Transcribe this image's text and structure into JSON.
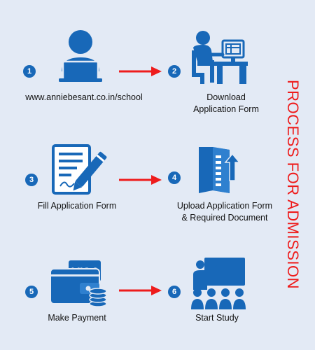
{
  "title": "PROCESS FOR ADMISSION",
  "colors": {
    "icon_blue": "#1868b8",
    "arrow_red": "#ee1c1c",
    "background": "#e3eaf5"
  },
  "steps": [
    {
      "number": "1",
      "icon": "user-laptop-icon",
      "label_lines": [
        "www.anniebesant.co.in/school"
      ]
    },
    {
      "number": "2",
      "icon": "person-desk-computer-icon",
      "label_lines": [
        "Download",
        "Application Form"
      ]
    },
    {
      "number": "3",
      "icon": "form-pen-icon",
      "label_lines": [
        "Fill Application Form"
      ]
    },
    {
      "number": "4",
      "icon": "document-upload-icon",
      "label_lines": [
        "Upload Application Form",
        "& Required Document"
      ]
    },
    {
      "number": "5",
      "icon": "wallet-visa-coins-icon",
      "card_text": "VISA",
      "label_lines": [
        "Make Payment"
      ]
    },
    {
      "number": "6",
      "icon": "classroom-teacher-icon",
      "label_lines": [
        "Start Study"
      ]
    }
  ]
}
